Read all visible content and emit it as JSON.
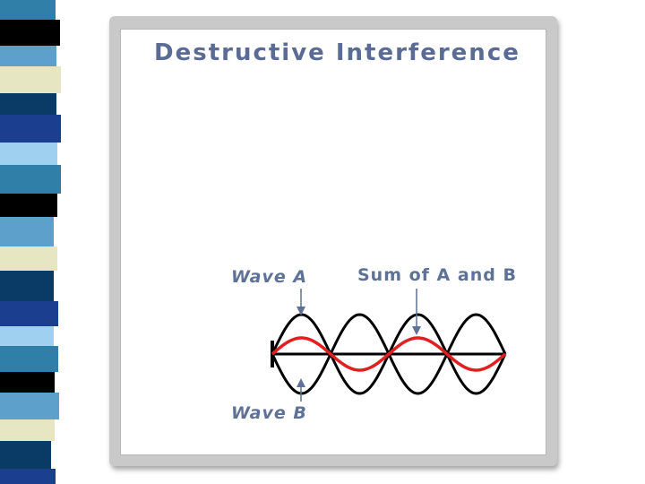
{
  "title": "Destructive Interference",
  "labels": {
    "wave_a": "Wave A",
    "sum": "Sum of A and B",
    "wave_b": "Wave B"
  },
  "colors": {
    "wave": "#000000",
    "sum": "#e02020",
    "text": "#5e7196",
    "strip": [
      "#2f7fa8",
      "#1c3e8e",
      "#e6e6c2",
      "#000000",
      "#9fd0f0",
      "#0a3a66",
      "#5ea0cc"
    ]
  }
}
